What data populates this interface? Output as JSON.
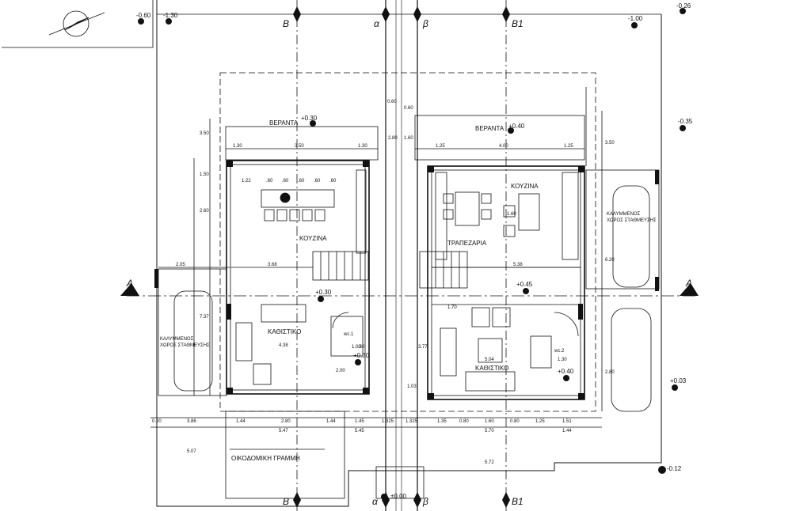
{
  "sections": {
    "left": "A",
    "right": "A"
  },
  "grid_axes": {
    "b_top": "B",
    "alpha_top": "α",
    "beta_top": "β",
    "b1_top": "B1",
    "b_bottom": "B",
    "alpha_bottom": "α",
    "beta_bottom": "β",
    "b1_bottom": "B1"
  },
  "rooms": {
    "veranda_left": "ΒΕΡΑΝΤΑ",
    "veranda_right": "ΒΕΡΑΝΤΑ",
    "kitchen_left": "ΚΟΥΖΙΝΑ",
    "kitchen_right": "ΚΟΥΖΙΝΑ",
    "dining_right": "ΤΡΑΠΕΖΑΡΙΑ",
    "living_left": "ΚΑΘΙΣΤΙΚΟ",
    "living_right": "ΚΑΘΙΣΤΙΚΟ",
    "wc1": "wc.1",
    "wc2": "wc.2",
    "parking_left_1": "ΚΑΛΥΜΜΕΝΟΣ",
    "parking_left_2": "ΧΩΡΟΣ ΣΤΑΘΜΕΥΣΗΣ",
    "parking_right_1": "ΚΑΛΥΜΜΕΝΟΣ",
    "parking_right_2": "ΧΩΡΟΣ ΣΤΑΘΜΕΥΣΗΣ",
    "building_line": "ΟΙΚΟΔΟΜΙΚΗ ΓΡΑΜΜΗ"
  },
  "levels": {
    "tl": "-0.60",
    "tl2": "-1.30",
    "tr1": "-1.00",
    "tr2": "-0.26",
    "veranda_left": "+0.30",
    "veranda_right": "+0.40",
    "right_mid": "-0.35",
    "mid_left": "+0.30",
    "mid_right": "+0.45",
    "wc_left": "+0.30",
    "wc_right": "+0.40",
    "right_low": "+0.03",
    "bottom_right": "-0.12",
    "bottom_center": "±0.00"
  },
  "dims": {
    "top_left": [
      "1.30",
      "3.50",
      "1.30"
    ],
    "top_right": [
      "1.25",
      "4.00",
      "1.25"
    ],
    "kitchen_row": [
      "1.22",
      ".60",
      ".60",
      ".60",
      ".60",
      ".60"
    ],
    "left_vertical": [
      "3.50",
      "1.50",
      "2.60",
      "7.37",
      "5.07"
    ],
    "mid_left": [
      "2.05",
      "3.68"
    ],
    "mid_right": [
      "5.38"
    ],
    "living_left": "4.38",
    "living_right": "5.04",
    "bottom_row": [
      "0.20",
      "3.86",
      "1.44",
      "2.80",
      "1.44",
      "1.45",
      "1.325",
      "1.325",
      "1.35",
      "0.80",
      "1.60",
      "0.80",
      "1.25",
      "1.51"
    ],
    "bottom_row2": [
      "5.47",
      "5.45",
      "5.70",
      "1.44"
    ],
    "bottom_5_72": "5.72",
    "right_vertical": [
      "3.50",
      "6.20",
      "2.80"
    ],
    "wc_dims": [
      "1.30",
      "1.00",
      "2.00",
      ".30"
    ],
    "center_dims": [
      "0.60",
      "0.60",
      "2.80",
      "1.60",
      "1.60",
      "1.70",
      "3.77",
      "1.03"
    ]
  }
}
